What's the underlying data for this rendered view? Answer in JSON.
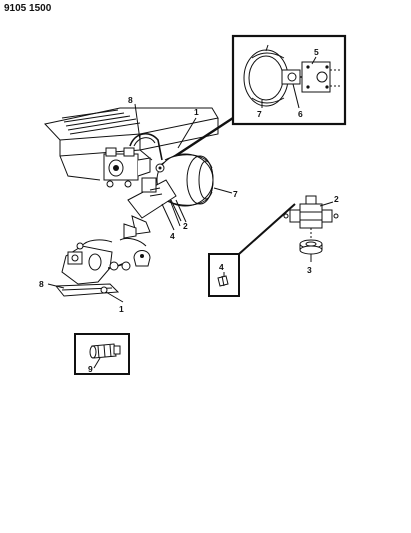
{
  "header": {
    "code": "9105 1500"
  },
  "callouts": {
    "c1_top": "1",
    "c1_bottom": "1",
    "c2_main": "2",
    "c2_right": "2",
    "c3": "3",
    "c4_main": "4",
    "c4_box": "4",
    "c5": "5",
    "c6": "6",
    "c7_inset": "7",
    "c7_main": "7",
    "c8_top": "8",
    "c8_bottom": "8",
    "c9": "9"
  }
}
